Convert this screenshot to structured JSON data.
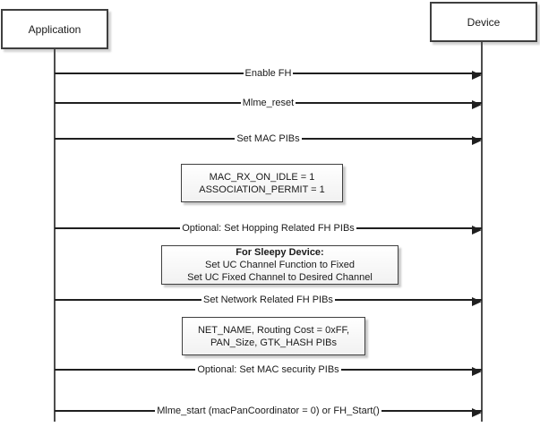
{
  "diagram": {
    "actors": {
      "left": {
        "label": "Application"
      },
      "right": {
        "label": "Device"
      }
    },
    "messages": [
      {
        "label": "Enable FH"
      },
      {
        "label": "Mlme_reset"
      },
      {
        "label": "Set MAC PIBs"
      },
      {
        "label": "Optional: Set Hopping Related FH PIBs"
      },
      {
        "label": "Set Network Related FH PIBs"
      },
      {
        "label": "Optional: Set MAC security  PIBs"
      },
      {
        "label": "Mlme_start (macPanCoordinator = 0) or FH_Start()"
      }
    ],
    "notes": [
      {
        "lines": [
          "MAC_RX_ON_IDLE = 1",
          "ASSOCIATION_PERMIT = 1"
        ]
      },
      {
        "title": "For Sleepy Device:",
        "lines": [
          "Set UC Channel Function to Fixed",
          "Set UC Fixed Channel to Desired Channel"
        ]
      },
      {
        "lines": [
          "NET_NAME, Routing Cost = 0xFF,",
          "PAN_Size, GTK_HASH PIBs"
        ]
      }
    ],
    "colors": {
      "message_line": "#1f1f1f",
      "lifeline": "#4d4d4d",
      "box_border": "#3f3f3f",
      "box_fill": "#ffffff"
    }
  }
}
